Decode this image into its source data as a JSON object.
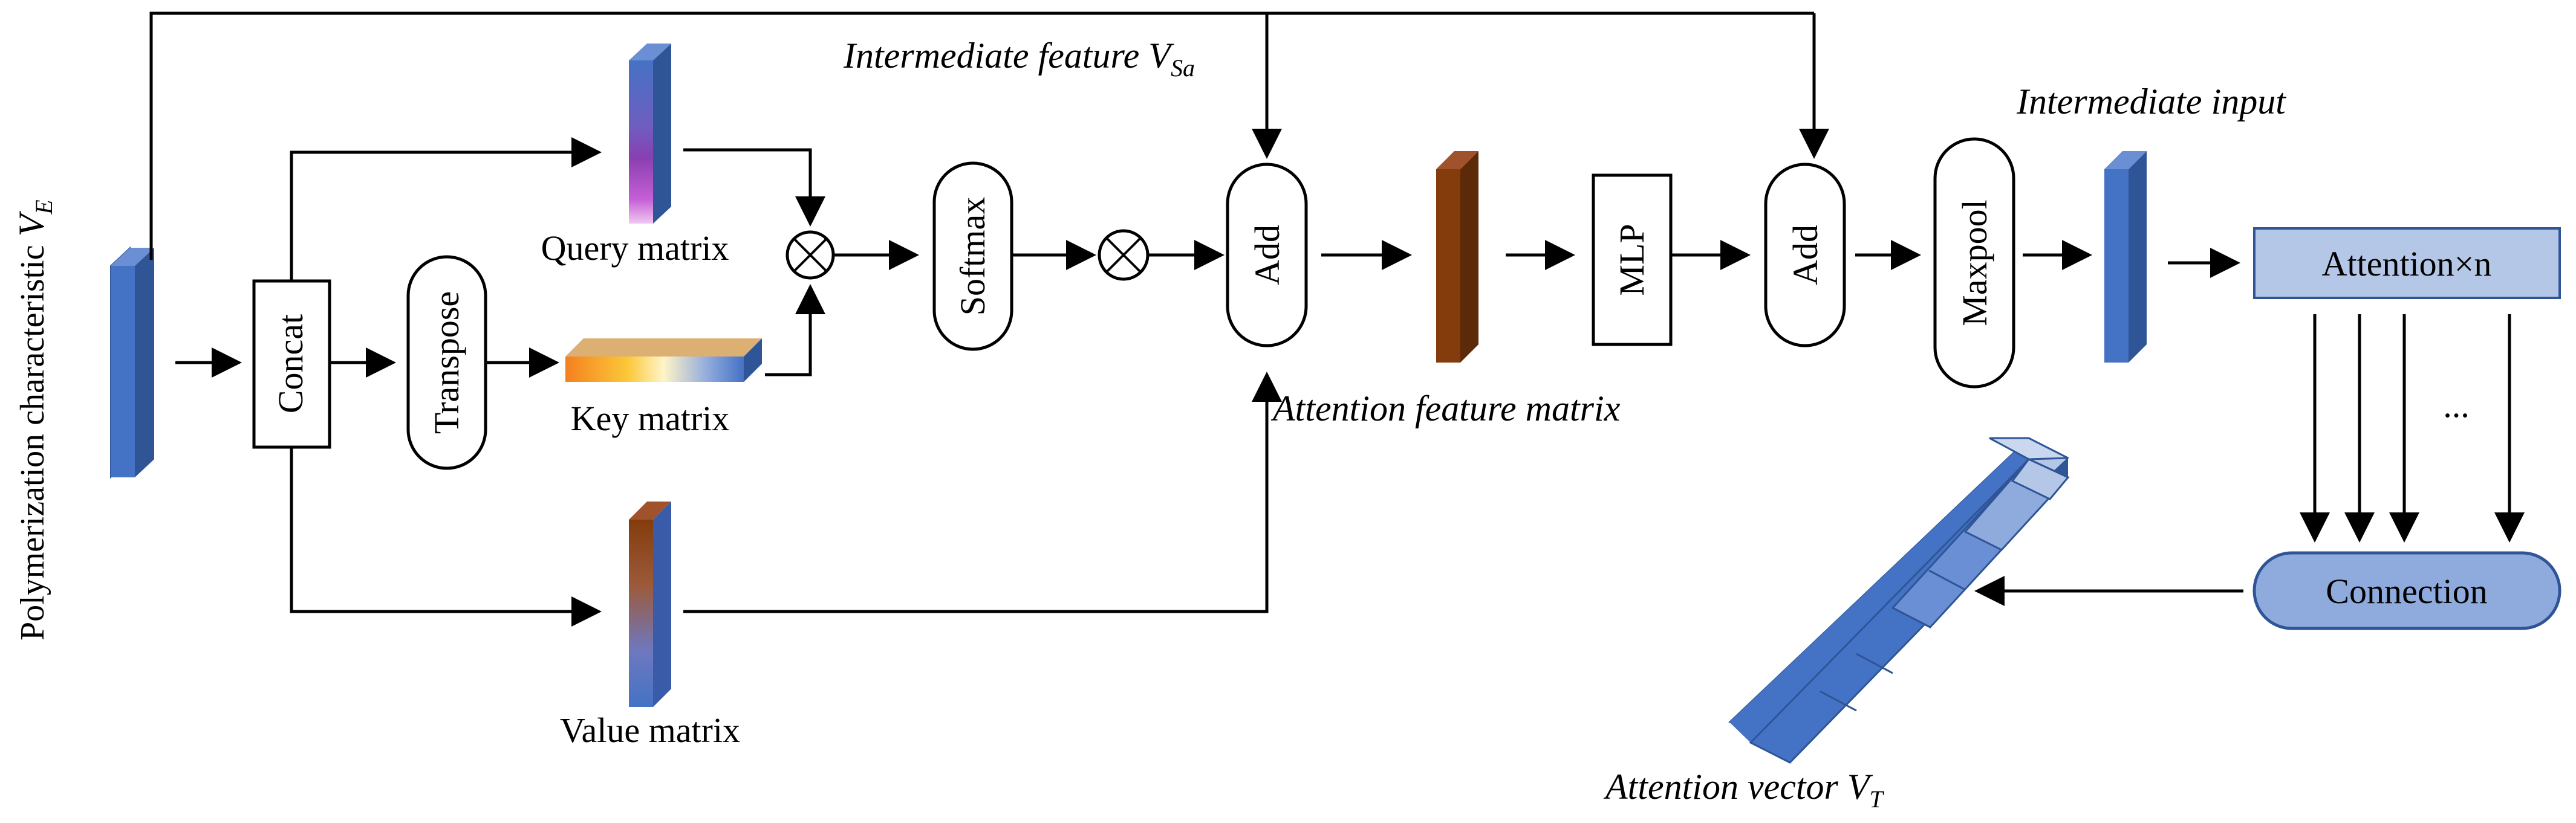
{
  "diagram": {
    "left_label_main": "Polymerization characteristic ",
    "left_label_var": "V",
    "left_label_sub": "E",
    "concat": "Concat",
    "transpose": "Transpose",
    "query": "Query matrix",
    "key": "Key matrix",
    "value": "Value matrix",
    "softmax": "Softmax",
    "add": "Add",
    "mlp": "MLP",
    "maxpool": "Maxpool",
    "intermediate_feature_main": "Intermediate feature ",
    "intermediate_feature_var": "V",
    "intermediate_feature_sub": "Sa",
    "attention_feature_matrix": "Attention feature matrix",
    "intermediate_input": "Intermediate input",
    "attention_n": "Attention×n",
    "connection": "Connection",
    "ellipsis": "...",
    "attention_vector_main": "Attention vector ",
    "attention_vector_var": "V",
    "attention_vector_sub": "T",
    "otimes": "⊗"
  },
  "colors": {
    "blue": "#4472C4",
    "brown": "#843C0C",
    "light_blue": "#B4C7E7",
    "mid_blue": "#8FAADC"
  }
}
